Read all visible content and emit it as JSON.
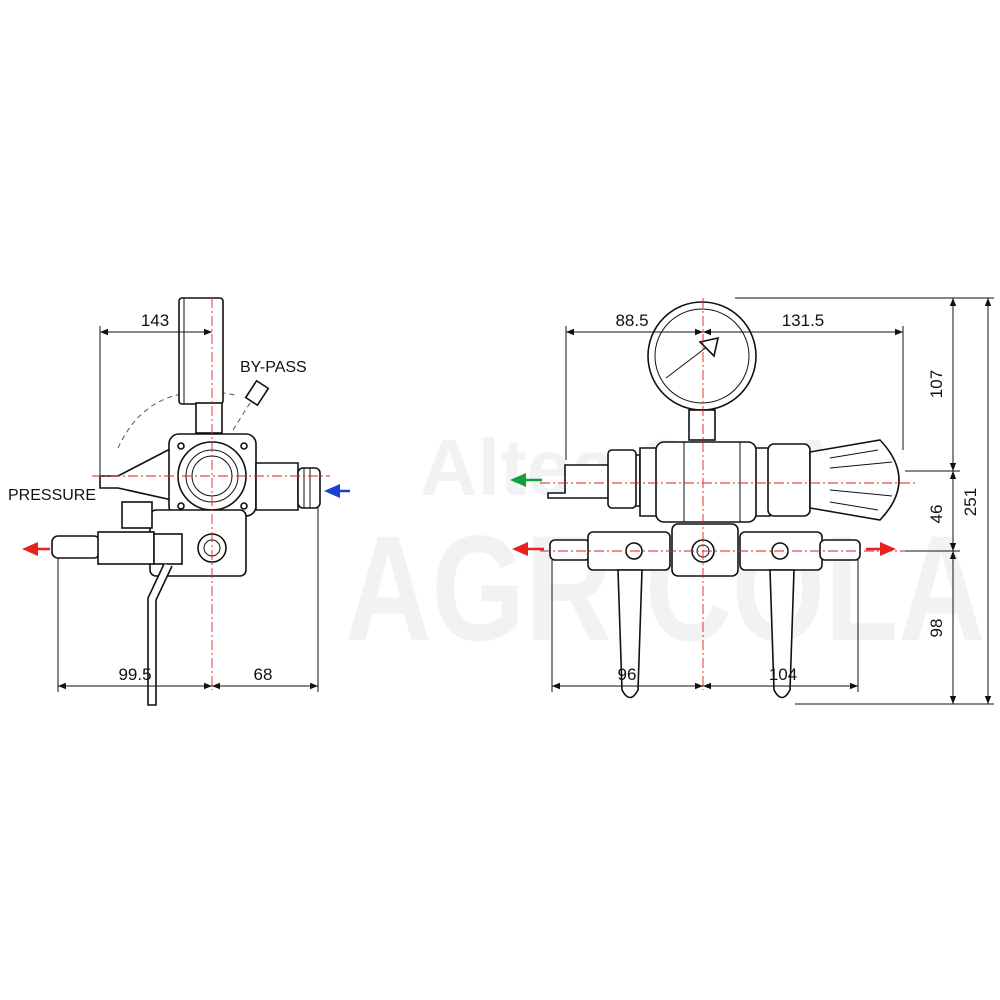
{
  "watermark": {
    "line1": "Altea S.p.A.",
    "line2": "AGRICOLA"
  },
  "labels": {
    "pressure": "PRESSURE",
    "bypass": "BY-PASS"
  },
  "dimensions": {
    "left_top": "143",
    "left_bottom_a": "99.5",
    "left_bottom_b": "68",
    "right_top_a": "88.5",
    "right_top_b": "131.5",
    "right_bottom_a": "96",
    "right_bottom_b": "104",
    "right_side_a": "107",
    "right_side_b": "46",
    "right_side_c": "98",
    "right_total": "251"
  },
  "colors": {
    "outlet_red": "#e52421",
    "inlet_blue": "#1d3fd6",
    "return_green": "#12a03c",
    "centerline": "#dd2222"
  }
}
